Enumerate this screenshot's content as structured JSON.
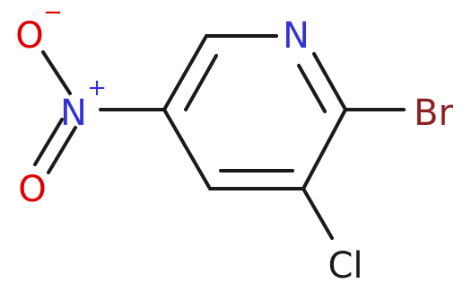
{
  "molecule": {
    "atoms": {
      "nitrogen_ring": {
        "symbol": "N",
        "color": "#3333d6"
      },
      "bromine": {
        "symbol": "Br",
        "color": "#8b2222"
      },
      "chlorine": {
        "symbol": "Cl",
        "color": "#1a1a1a"
      },
      "nitro_nitrogen": {
        "symbol": "N",
        "color": "#3333d6",
        "charge": "+"
      },
      "oxygen_top": {
        "symbol": "O",
        "color": "#e00000",
        "charge": "−"
      },
      "oxygen_bottom": {
        "symbol": "O",
        "color": "#e00000"
      }
    },
    "bond_color": "#1a1a1a"
  }
}
